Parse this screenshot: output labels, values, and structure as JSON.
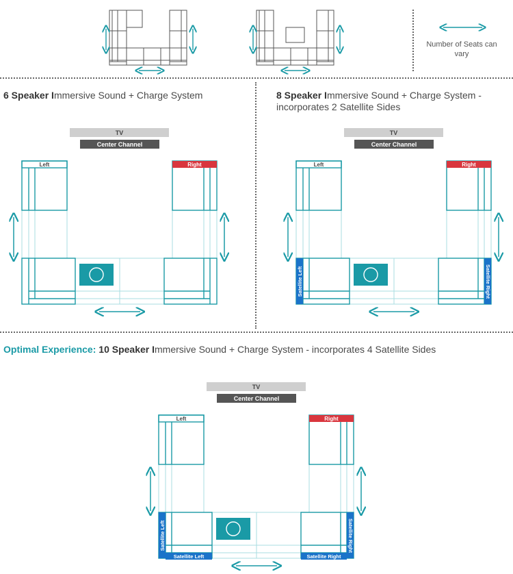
{
  "legend": {
    "note": "Number of Seats can vary"
  },
  "sections": [
    {
      "bold": "6 Speaker I",
      "rest": "mmersive Sound + Charge System"
    },
    {
      "bold": "8 Speaker I",
      "rest": "mmersive Sound + Charge System - incorporates 2 Satellite Sides"
    },
    {
      "accent": "Optimal Experience:",
      "bold": "10 Speaker I",
      "rest": "mmersive Sound + Charge System - incorporates 4 Satellite Sides"
    }
  ],
  "labels": {
    "tv": "TV",
    "center": "Center Channel",
    "left": "Left",
    "right": "Right",
    "sat_left": "Satellite Left",
    "sat_right": "Satellite Right"
  },
  "colors": {
    "teal": "#1a9aa6",
    "light_teal": "#a8dde2",
    "tv_gray": "#cfcfcf",
    "center_dark": "#555555",
    "right_red": "#d9363e",
    "satellite_blue": "#1a73c9",
    "outline_gray": "#555555"
  }
}
